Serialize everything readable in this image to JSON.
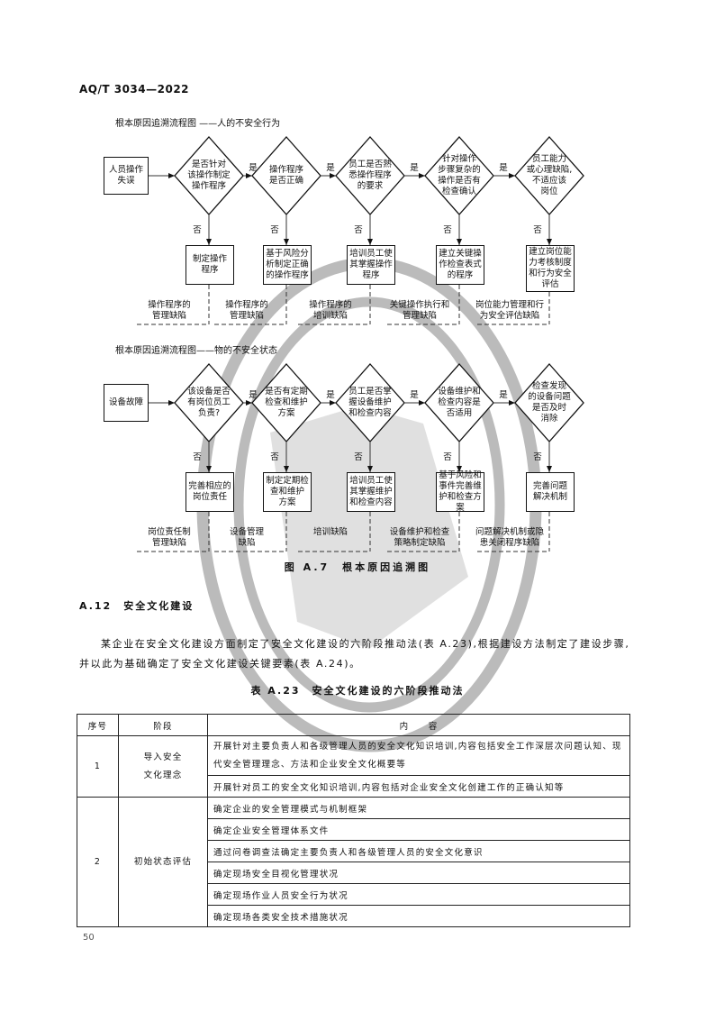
{
  "header": {
    "standard": "AQ/T 3034—2022"
  },
  "flowchart_person": {
    "title": "根本原因追溯流程图 ——人的不安全行为",
    "start": "人员操作\n失误",
    "yes": "是",
    "no": "否",
    "decisions": [
      "是否针对\n该操作制定\n操作程序",
      "操作程序\n是否正确",
      "员工是否熟\n悉操作程序\n的要求",
      "针对操作\n步骤复杂的\n操作是否有\n检查确认",
      "员工能力\n或心理缺陷,\n不适应该\n岗位"
    ],
    "actions": [
      "制定操作\n程序",
      "基于风险分\n析制定正确\n的操作程序",
      "培训员工使\n其掌握操作\n程序",
      "建立关键操\n作检查表式\n的程序",
      "建立岗位能\n力考核制度\n和行为安全\n评估"
    ],
    "defects": [
      "操作程序的\n管理缺陷",
      "操作程序的\n管理缺陷",
      "操作程序的\n培训缺陷",
      "关键操作执行和\n管理缺陷",
      "岗位能力管理和行\n为安全评估缺陷"
    ]
  },
  "flowchart_object": {
    "title": "根本原因追溯流程图——物的不安全状态",
    "start": "设备故障",
    "yes": "是",
    "no": "否",
    "decisions": [
      "该设备是否\n有岗位员工\n负责?",
      "是否有定期\n检查和维护\n方案",
      "员工是否掌\n握设备维护\n和检查内容",
      "设备维护和\n检查内容是\n否适用",
      "检查发现\n的设备问题\n是否及时\n消除"
    ],
    "actions": [
      "完善相应的\n岗位责任",
      "制定定期检\n查和维护\n方案",
      "培训员工使\n其掌握维护\n和检查内容",
      "基于风险和\n事件完善维\n护和检查方案",
      "完善问题\n解决机制"
    ],
    "defects": [
      "岗位责任制\n管理缺陷",
      "设备管理\n缺陷",
      "培训缺陷",
      "设备维护和检查\n策略制定缺陷",
      "问题解决机制或隐\n患关闭程序缺陷"
    ]
  },
  "figure_caption": "图 A.7　根本原因追溯图",
  "section": {
    "number": "A.12",
    "title": "安全文化建设"
  },
  "paragraph": "某企业在安全文化建设方面制定了安全文化建设的六阶段推动法(表 A.23),根据建设方法制定了建设步骤,并以此为基础确定了安全文化建设关键要素(表 A.24)。",
  "table": {
    "title": "表 A.23　安全文化建设的六阶段推动法",
    "headers": [
      "序号",
      "阶段",
      "内　　容"
    ],
    "groups": [
      {
        "no": "1",
        "stage": "导入安全\n文化理念",
        "items": [
          "开展针对主要负责人和各级管理人员的安全文化知识培训,内容包括安全工作深层次问题认知、现代安全管理理念、方法和企业安全文化概要等",
          "开展针对员工的安全文化知识培训,内容包括对企业安全文化创建工作的正确认知等"
        ]
      },
      {
        "no": "2",
        "stage": "初始状态评估",
        "items": [
          "确定企业的安全管理模式与机制框架",
          "确定企业安全管理体系文件",
          "通过问卷调查法确定主要负责人和各级管理人员的安全文化意识",
          "确定现场安全目视化管理状况",
          "确定现场作业人员安全行为状况",
          "确定现场各类安全技术措施状况"
        ]
      }
    ]
  },
  "footer": {
    "page": "50"
  }
}
